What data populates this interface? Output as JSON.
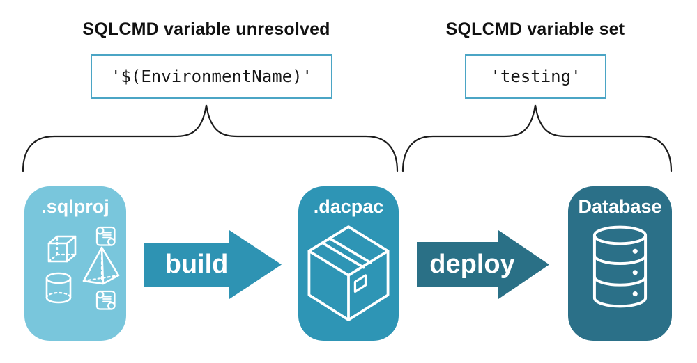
{
  "diagram": {
    "left_group": {
      "title": "SQLCMD variable unresolved",
      "code": "'$(EnvironmentName)'"
    },
    "right_group": {
      "title": "SQLCMD variable set",
      "code": "'testing'"
    },
    "nodes": {
      "sqlproj": {
        "label": ".sqlproj"
      },
      "dacpac": {
        "label": ".dacpac"
      },
      "database": {
        "label": "Database"
      }
    },
    "arrows": {
      "build": {
        "label": "build"
      },
      "deploy": {
        "label": "deploy"
      }
    },
    "icons": {
      "sqlproj": [
        "cube-icon",
        "scroll-icon",
        "pyramid-icon",
        "cylinder-icon",
        "scroll-icon"
      ],
      "dacpac": "package-box-icon",
      "database": "database-icon"
    }
  },
  "colors": {
    "card_sqlproj": "#79C6DC",
    "card_dacpac": "#2E95B5",
    "card_database": "#2B7088",
    "arrow_build": "#2E93B3",
    "arrow_deploy": "#2A7086",
    "code_border": "#4BA5C5",
    "brace": "#1c1c1c",
    "text_dark": "#161616",
    "text_light": "#ffffff"
  }
}
